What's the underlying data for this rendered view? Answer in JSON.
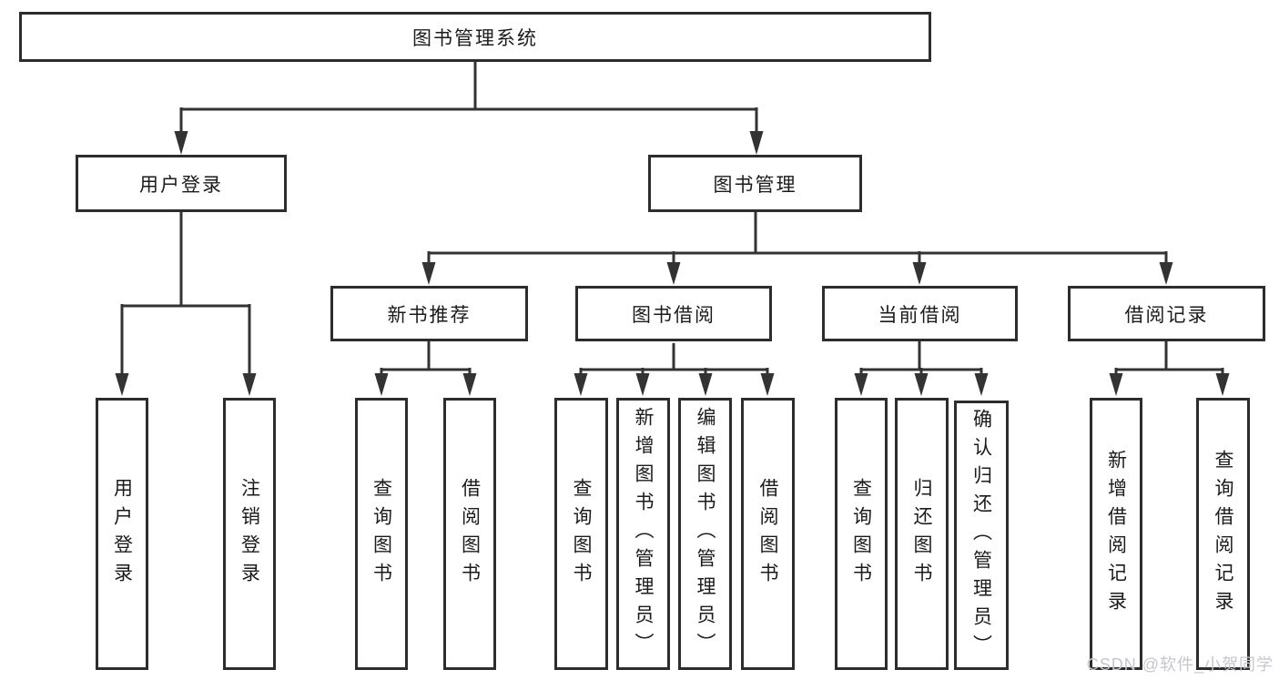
{
  "tree": {
    "root": "图书管理系统",
    "children": [
      {
        "label": "用户登录",
        "children": [
          "用户登录",
          "注销登录"
        ]
      },
      {
        "label": "图书管理",
        "children": [
          {
            "label": "新书推荐",
            "children": [
              "查询图书",
              "借阅图书"
            ]
          },
          {
            "label": "图书借阅",
            "children": [
              "查询图书",
              "新增图书（管理员）",
              "编辑图书（管理员）",
              "借阅图书"
            ]
          },
          {
            "label": "当前借阅",
            "children": [
              "查询图书",
              "归还图书",
              "确认归还（管理员）"
            ]
          },
          {
            "label": "借阅记录",
            "children": [
              "新增借阅记录",
              "查询借阅记录"
            ]
          }
        ]
      }
    ]
  },
  "watermark": {
    "text": "CSDN @软件_小贺同学",
    "color": "#c6c6cf"
  },
  "colors": {
    "line": "#333333",
    "box_border": "#2d2d2d",
    "text": "#1b1b1b",
    "background": "#ffffff"
  }
}
